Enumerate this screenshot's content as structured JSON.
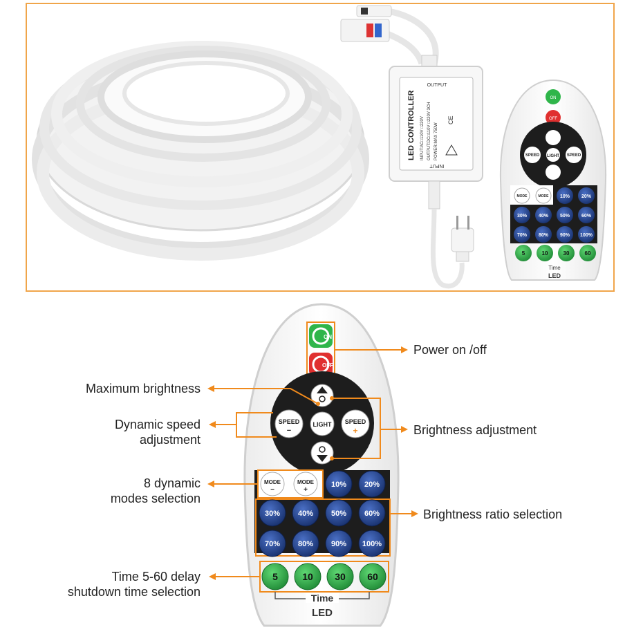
{
  "controller": {
    "output": "OUTPUT",
    "title": "LED CONTROLLER",
    "input_ac": "INPUT:AC□110V □220V",
    "output_dc": "OUTPUT:DC□110V □220V 3CH",
    "power": "POWER:MAX 750W",
    "input": "INPUT",
    "ce": "CE"
  },
  "remote": {
    "on": "ON",
    "off": "OFF",
    "speed": "SPEED",
    "light": "LIGHT",
    "mode": "MODE",
    "minus": "−",
    "plus": "+",
    "percent_buttons": [
      "10%",
      "20%",
      "30%",
      "40%",
      "50%",
      "60%",
      "70%",
      "80%",
      "90%",
      "100%"
    ],
    "time_buttons": [
      "5",
      "10",
      "30",
      "60"
    ],
    "time_label": "Time",
    "brand": "LED"
  },
  "callouts": {
    "power": "Power on /off",
    "max_brightness": "Maximum brightness",
    "dynamic_speed_1": "Dynamic speed",
    "dynamic_speed_2": "adjustment",
    "brightness_adjustment": "Brightness adjustment",
    "modes_1": "8 dynamic",
    "modes_2": "modes selection",
    "brightness_ratio": "Brightness ratio selection",
    "time_1": "Time 5-60 delay",
    "time_2": "shutdown time selection"
  },
  "colors": {
    "accent": "#f08a1c",
    "frame": "#f0a54a",
    "green_button": "#2fb54a",
    "red_button": "#e0302f",
    "blue_button": "#1f3f8c",
    "dark_button_area": "#1d1d1d"
  }
}
